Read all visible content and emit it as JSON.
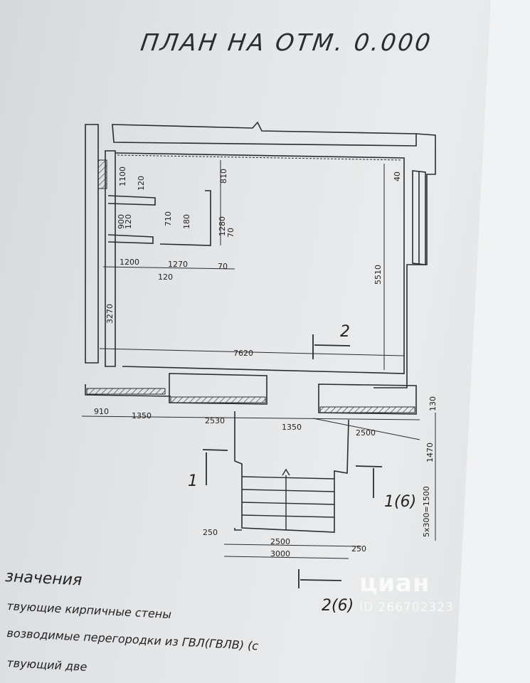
{
  "title": "ПЛАН НА ОТМ. 0.000",
  "dims": {
    "d1100": "1100",
    "d120a": "120",
    "d810": "810",
    "d40": "40",
    "d900": "900",
    "d120b": "120",
    "d710": "710",
    "d180": "180",
    "d1280": "1280",
    "d70a": "70",
    "d1200": "1200",
    "d1270": "1270",
    "d70b": "70",
    "d120c": "120",
    "d5510": "5510",
    "d3270": "3270",
    "d7620": "7620",
    "d910": "910",
    "d1350a": "1350",
    "d2530": "2530",
    "d1350b": "1350",
    "d2500a": "2500",
    "d130": "130",
    "d1470": "1470",
    "d5x300": "5x300=1500",
    "d250a": "250",
    "d2500b": "2500",
    "d3000": "3000",
    "d250b": "250"
  },
  "sections": {
    "s2": "2",
    "s1": "1",
    "s16": "1(6)",
    "s26": "2(6)"
  },
  "legend": {
    "heading": "значения",
    "line1": "твующие кирпичные стены",
    "line2": "возводимые перегородки из ГВЛ(ГВЛВ) (с",
    "line3": "твующий две"
  },
  "watermark": {
    "logo": "циан",
    "id": "ID 266702323"
  },
  "colors": {
    "line": "#2a2c2f",
    "paper": "#e6e8ea"
  }
}
